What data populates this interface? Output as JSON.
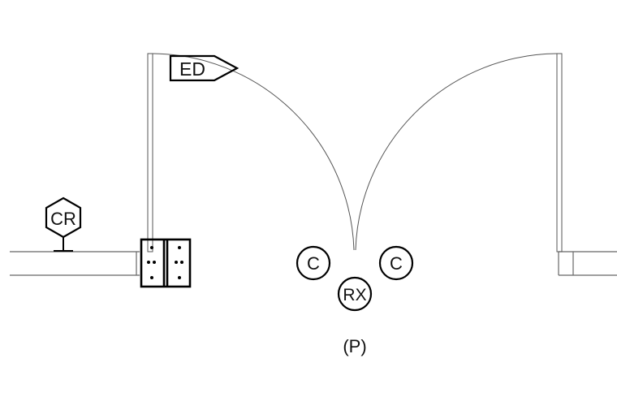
{
  "symbols": {
    "card_reader": "CR",
    "exit_device": "ED",
    "contact_left": "C",
    "contact_right": "C",
    "request_to_exit": "RX",
    "power": "(P)"
  },
  "colors": {
    "line": "#555555",
    "symbol": "#000000",
    "background": "#ffffff"
  }
}
